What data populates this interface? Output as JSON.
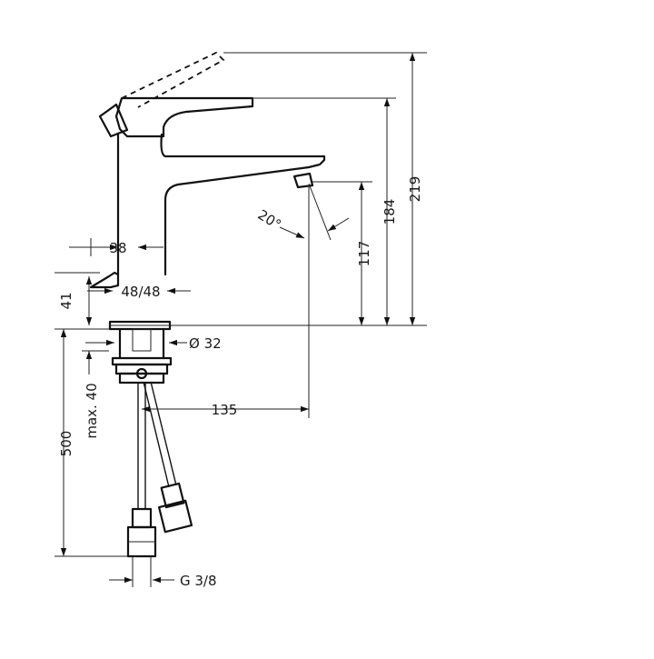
{
  "dimensions": {
    "total_height": "219",
    "lever_height": "184",
    "spout_height": "117",
    "spout_angle": "20°",
    "body_width": "38",
    "pair_width": "48/48",
    "deck_offset": "41",
    "hole_diameter": "Ø 32",
    "max_deck": "max. 40",
    "projection": "135",
    "hose_length": "500",
    "thread": "G 3/8"
  }
}
